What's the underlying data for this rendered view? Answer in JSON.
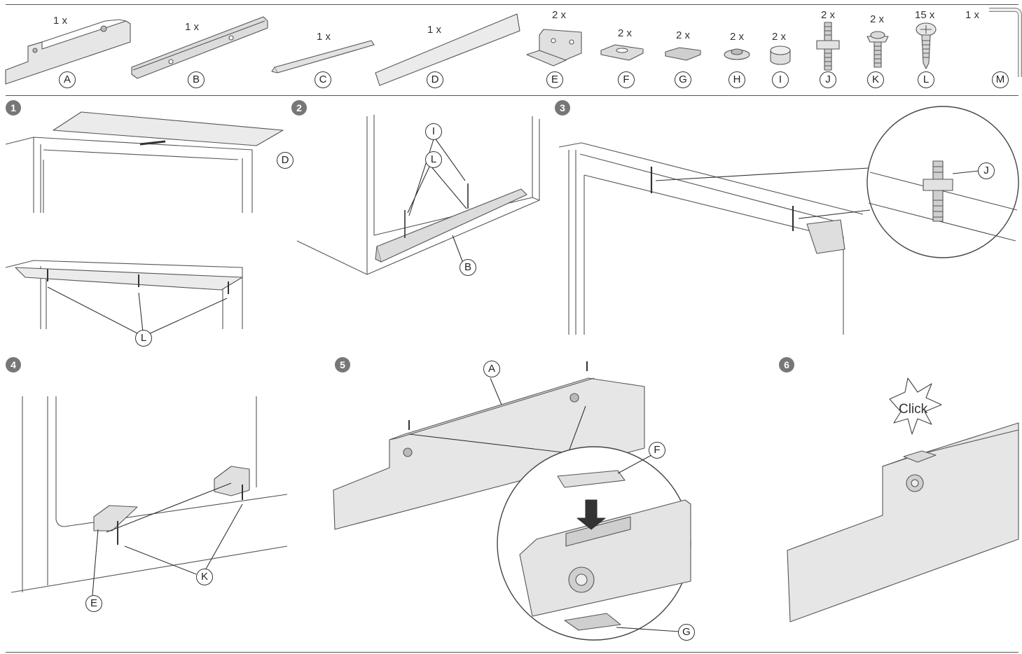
{
  "parts": [
    {
      "letter": "A",
      "qty": "1 x"
    },
    {
      "letter": "B",
      "qty": "1 x"
    },
    {
      "letter": "C",
      "qty": "1 x"
    },
    {
      "letter": "D",
      "qty": "1 x"
    },
    {
      "letter": "E",
      "qty": "2 x"
    },
    {
      "letter": "F",
      "qty": "2 x"
    },
    {
      "letter": "G",
      "qty": "2 x"
    },
    {
      "letter": "H",
      "qty": "2 x"
    },
    {
      "letter": "I",
      "qty": "2 x"
    },
    {
      "letter": "J",
      "qty": "2 x"
    },
    {
      "letter": "K",
      "qty": "2 x"
    },
    {
      "letter": "L",
      "qty": "15 x"
    },
    {
      "letter": "M",
      "qty": "1 x"
    }
  ],
  "steps": [
    "1",
    "2",
    "3",
    "4",
    "5",
    "6"
  ],
  "callouts": {
    "step1_top": "D",
    "step1_bottom": "L",
    "step2_cap": "I",
    "step2_screw": "L",
    "step2_rail": "B",
    "step3_bolt": "J",
    "step4_bracket": "E",
    "step4_screw": "K",
    "step5_rail": "A",
    "step5_clip": "F",
    "step5_base": "G"
  },
  "click_text": "Click"
}
